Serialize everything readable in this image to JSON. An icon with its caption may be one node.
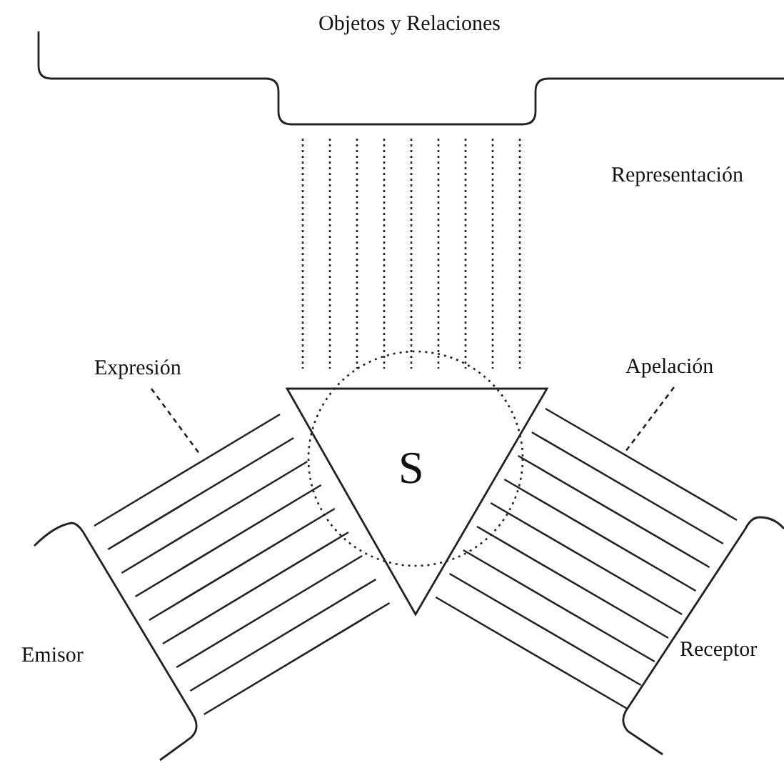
{
  "diagram": {
    "nodes": [
      {
        "text": [
          "Objetos y Relaciones"
        ]
      },
      {
        "text": [
          "S"
        ]
      },
      {
        "text": [
          "Emisor"
        ]
      },
      {
        "text": [
          "Receptor"
        ]
      },
      {
        "text": [
          "Expresión"
        ]
      },
      {
        "text": [
          "Apelación"
        ]
      }
    ],
    "edges": [
      {
        "from": 0,
        "to": 1,
        "arrow": "none",
        "style": "dashed"
      },
      {
        "from": 0,
        "to": 1,
        "arrow": "none",
        "style": "dashed"
      },
      {
        "from": 0,
        "to": 1,
        "arrow": "none",
        "style": "dashed"
      },
      {
        "from": 0,
        "to": 1,
        "arrow": "none",
        "style": "dashed"
      },
      {
        "from": 0,
        "to": 1,
        "arrow": "none",
        "style": "dashed"
      },
      {
        "from": 0,
        "to": 1,
        "arrow": "none",
        "style": "dashed"
      },
      {
        "from": 0,
        "to": 1,
        "arrow": "none",
        "style": "dashed"
      },
      {
        "from": 0,
        "to": 1,
        "arrow": "none",
        "style": "dashed"
      },
      {
        "from": 0,
        "to": 1,
        "arrow": "none",
        "style": "dashed"
      },
      {
        "from": 2,
        "to": 1,
        "arrow": "none"
      },
      {
        "from": 2,
        "to": 1,
        "arrow": "none"
      },
      {
        "from": 2,
        "to": 1,
        "arrow": "none"
      },
      {
        "from": 2,
        "to": 1,
        "arrow": "none"
      },
      {
        "from": 2,
        "to": 1,
        "arrow": "none"
      },
      {
        "from": 2,
        "to": 1,
        "arrow": "none"
      },
      {
        "from": 2,
        "to": 1,
        "arrow": "none"
      },
      {
        "from": 2,
        "to": 1,
        "arrow": "none"
      },
      {
        "from": 2,
        "to": 1,
        "arrow": "none"
      },
      {
        "from": 3,
        "to": 1,
        "arrow": "none"
      },
      {
        "from": 3,
        "to": 1,
        "arrow": "none"
      },
      {
        "from": 3,
        "to": 1,
        "arrow": "none"
      },
      {
        "from": 3,
        "to": 1,
        "arrow": "none"
      },
      {
        "from": 3,
        "to": 1,
        "arrow": "none"
      },
      {
        "from": 3,
        "to": 1,
        "arrow": "none"
      },
      {
        "from": 3,
        "to": 1,
        "arrow": "none"
      },
      {
        "from": 3,
        "to": 1,
        "arrow": "none"
      },
      {
        "from": 3,
        "to": 1,
        "arrow": "none"
      },
      {
        "from": 4,
        "to": null,
        "arrow": "none",
        "style": "dashed"
      },
      {
        "from": 5,
        "to": null,
        "arrow": "none",
        "style": "dashed"
      }
    ],
    "labels": [
      "Representación"
    ]
  }
}
